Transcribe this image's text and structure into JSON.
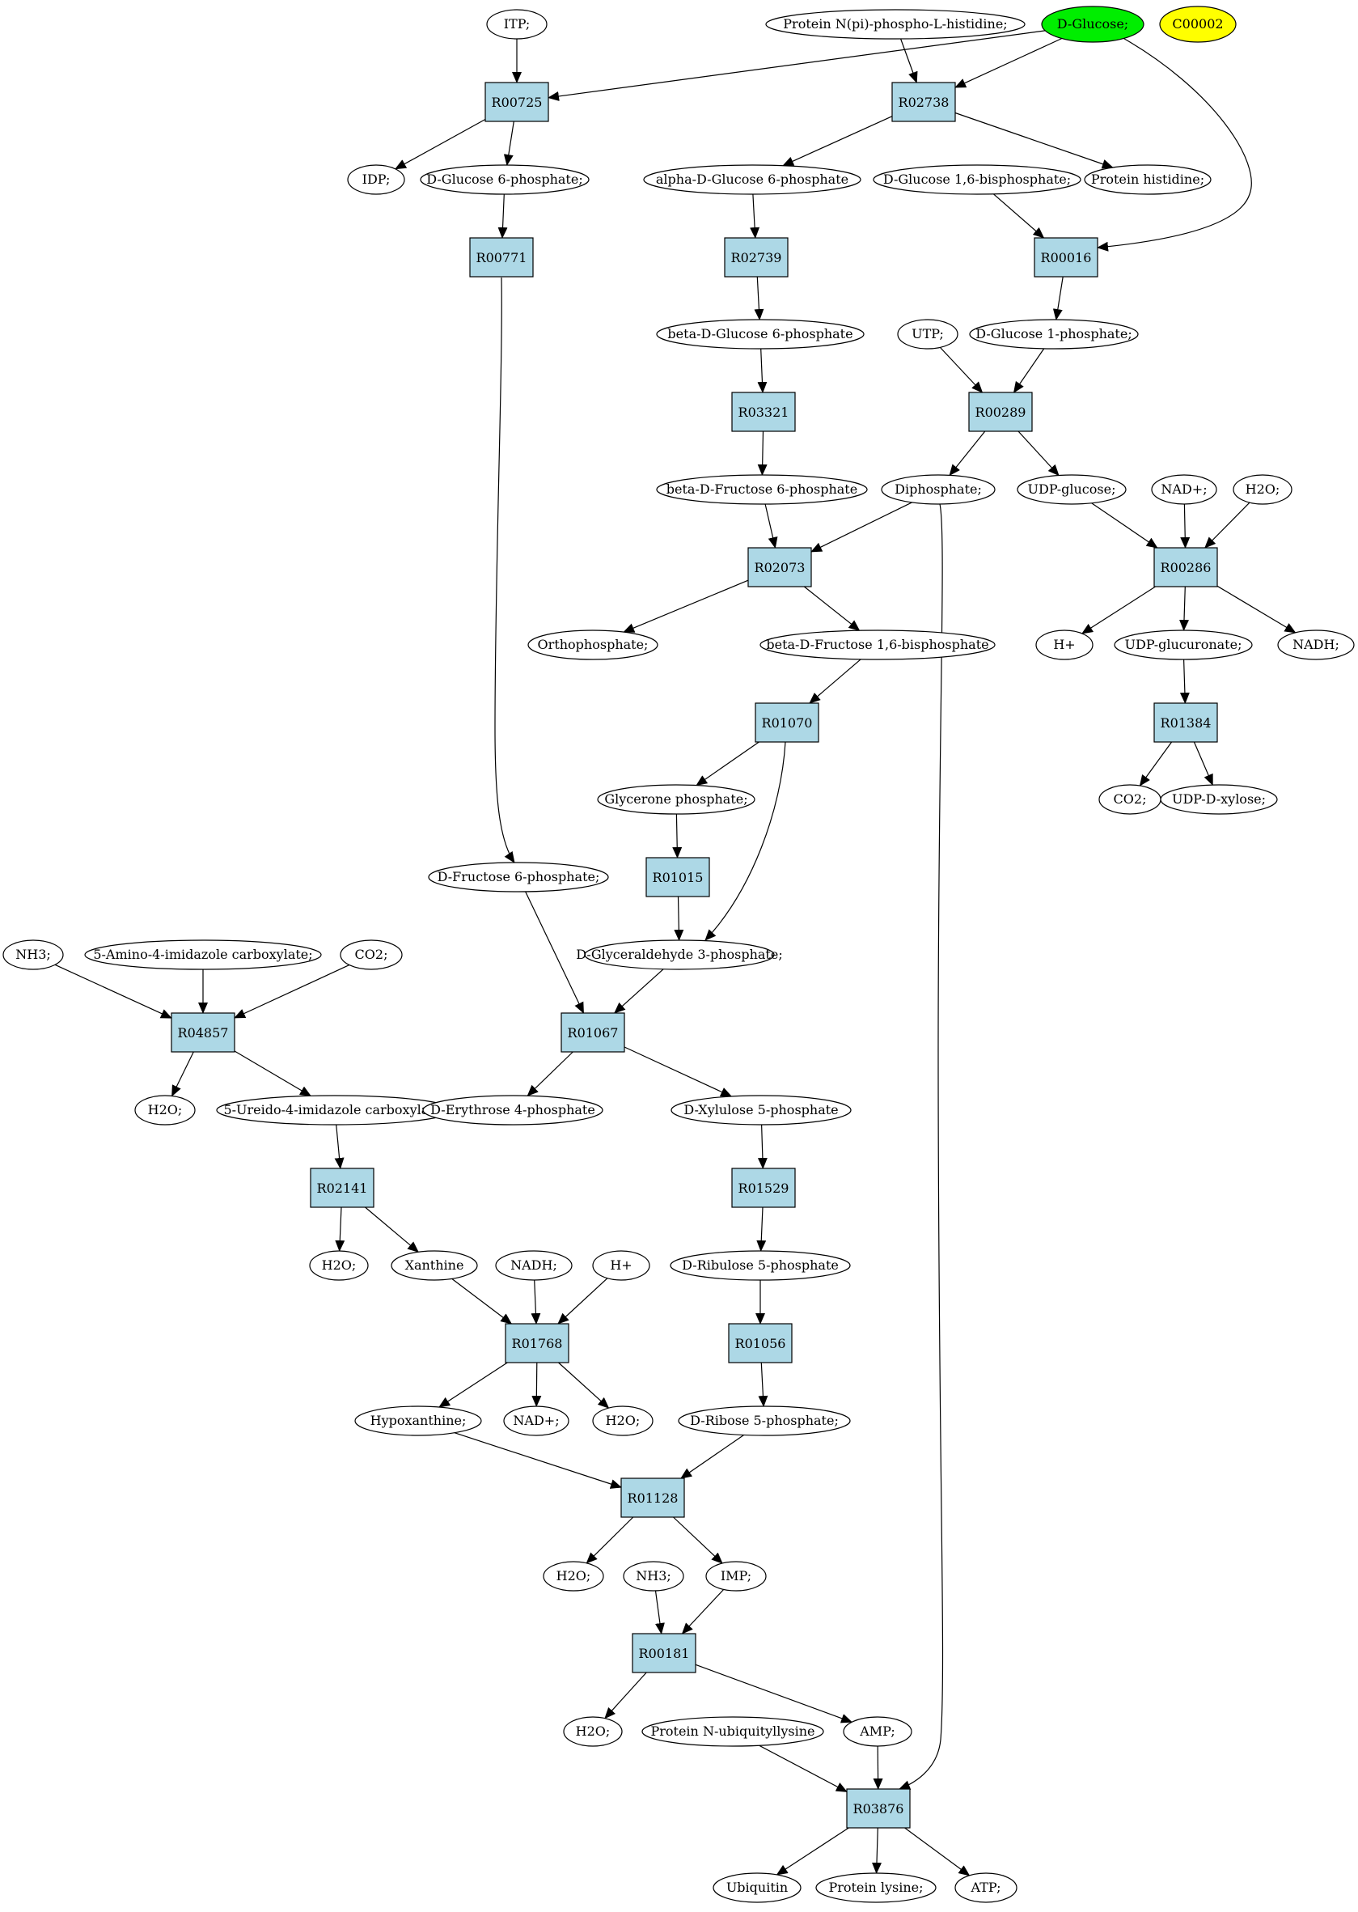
{
  "colors": {
    "background": "#ffffff",
    "compound_fill": "#ffffff",
    "reaction_fill": "#add8e6",
    "start_fill": "#00ee00",
    "target_fill": "#ffff00",
    "stroke": "#000000"
  },
  "compounds": {
    "itp": "ITP;",
    "prot_nphos": "Protein N(pi)-phospho-L-histidine;",
    "dglucose": "D-Glucose;",
    "c00002": "C00002",
    "idp": "IDP;",
    "dg6p": "D-Glucose 6-phosphate;",
    "adg6p": "alpha-D-Glucose 6-phosphate",
    "dg16bp": "D-Glucose 1,6-bisphosphate;",
    "prothis": "Protein histidine;",
    "bdg6p": "beta-D-Glucose 6-phosphate",
    "utp": "UTP;",
    "dg1p": "D-Glucose 1-phosphate;",
    "bdf6p": "beta-D-Fructose 6-phosphate",
    "diphos": "Diphosphate;",
    "udpglc": "UDP-glucose;",
    "nadp_top": "NAD+;",
    "h2o_top": "H2O;",
    "orthop": "Orthophosphate;",
    "bdf16bp": "beta-D-Fructose 1,6-bisphosphate",
    "hplus_r": "H+",
    "udpglcu": "UDP-glucuronate;",
    "nadh_r": "NADH;",
    "glycp": "Glycerone phosphate;",
    "co2_r": "CO2;",
    "udpxyl": "UDP-D-xylose;",
    "df6p": "D-Fructose 6-phosphate;",
    "dga3p": "D-Glyceraldehyde 3-phosphate;",
    "nh3_l": "NH3;",
    "aica": "5-Amino-4-imidazole carboxylate;",
    "co2_l": "CO2;",
    "h2o_l": "H2O;",
    "ureido": "5-Ureido-4-imidazole carboxylate;",
    "de4p": "D-Erythrose 4-phosphate",
    "dx5p": "D-Xylulose 5-phosphate",
    "h2o_a": "H2O;",
    "xanth": "Xanthine",
    "nadh_m": "NADH;",
    "hplus_m": "H+",
    "dru5p": "D-Ribulose 5-phosphate",
    "hypox": "Hypoxanthine;",
    "nadp_m": "NAD+;",
    "h2o_b": "H2O;",
    "dr5p": "D-Ribose 5-phosphate;",
    "h2o_c": "H2O;",
    "nh3_m": "NH3;",
    "imp": "IMP;",
    "h2o_d": "H2O;",
    "protubi": "Protein N-ubiquityllysine",
    "amp": "AMP;",
    "ubiq": "Ubiquitin",
    "protlys": "Protein lysine;",
    "atp": "ATP;"
  },
  "reactions": {
    "R00725": "R00725",
    "R02738": "R02738",
    "R00771": "R00771",
    "R02739": "R02739",
    "R00016": "R00016",
    "R03321": "R03321",
    "R00289": "R00289",
    "R02073": "R02073",
    "R00286": "R00286",
    "R01070": "R01070",
    "R01384": "R01384",
    "R01015": "R01015",
    "R04857": "R04857",
    "R01067": "R01067",
    "R02141": "R02141",
    "R01529": "R01529",
    "R01768": "R01768",
    "R01056": "R01056",
    "R01128": "R01128",
    "R00181": "R00181",
    "R03876": "R03876"
  }
}
